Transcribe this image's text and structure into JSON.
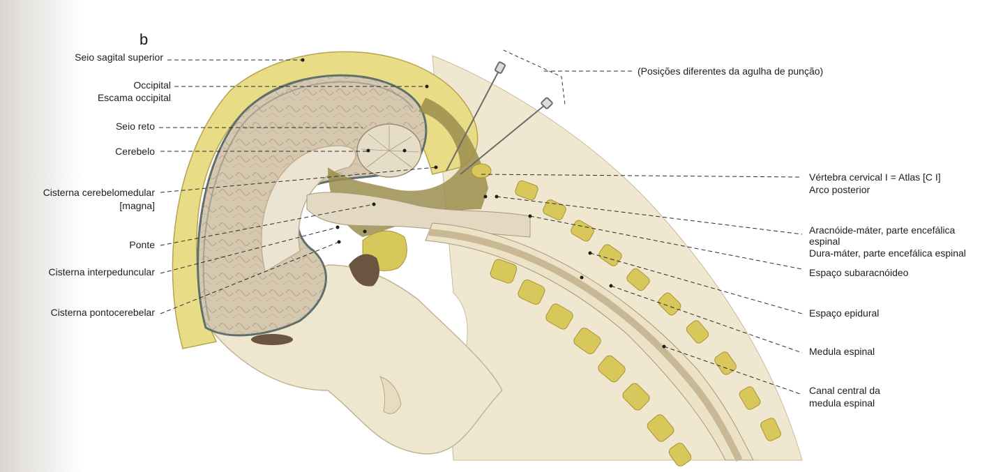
{
  "figure_letter": "b",
  "labels_left": {
    "superior_sagittal_sinus": "Seio sagital superior",
    "occipital": "Occipital",
    "occipital_squama": "Escama occipital",
    "straight_sinus": "Seio reto",
    "cerebellum": "Cerebelo",
    "cerebellomedullary_cistern_1": "Cisterna cerebelomedular",
    "cerebellomedullary_cistern_2": "[magna]",
    "pons": "Ponte",
    "interpeduncular_cistern": "Cisterna interpeduncular",
    "pontocerebellar_cistern": "Cisterna pontocerebelar"
  },
  "labels_right": {
    "needle_positions": "(Posições diferentes da agulha de punção)",
    "atlas": "Vértebra cervical I = Atlas [C I]",
    "posterior_arch": "Arco posterior",
    "arachnoid_1": "Aracnóide-máter, parte encefálica",
    "arachnoid_2": "espinal",
    "dura": "Dura-máter, parte encefálica espinal",
    "subarachnoid": "Espaço subaracnóideo",
    "epidural": "Espaço epidural",
    "spinal_cord": "Medula espinal",
    "central_canal_1": "Canal central da",
    "central_canal_2": "medula espinal"
  },
  "colors": {
    "bone": "#e9dc86",
    "skin": "#f1e8d2",
    "brain": "#d4c5ac",
    "csf_cistern": "#9b8e4e",
    "dura": "#5d6e6d",
    "vertebra": "#d8c85c"
  }
}
